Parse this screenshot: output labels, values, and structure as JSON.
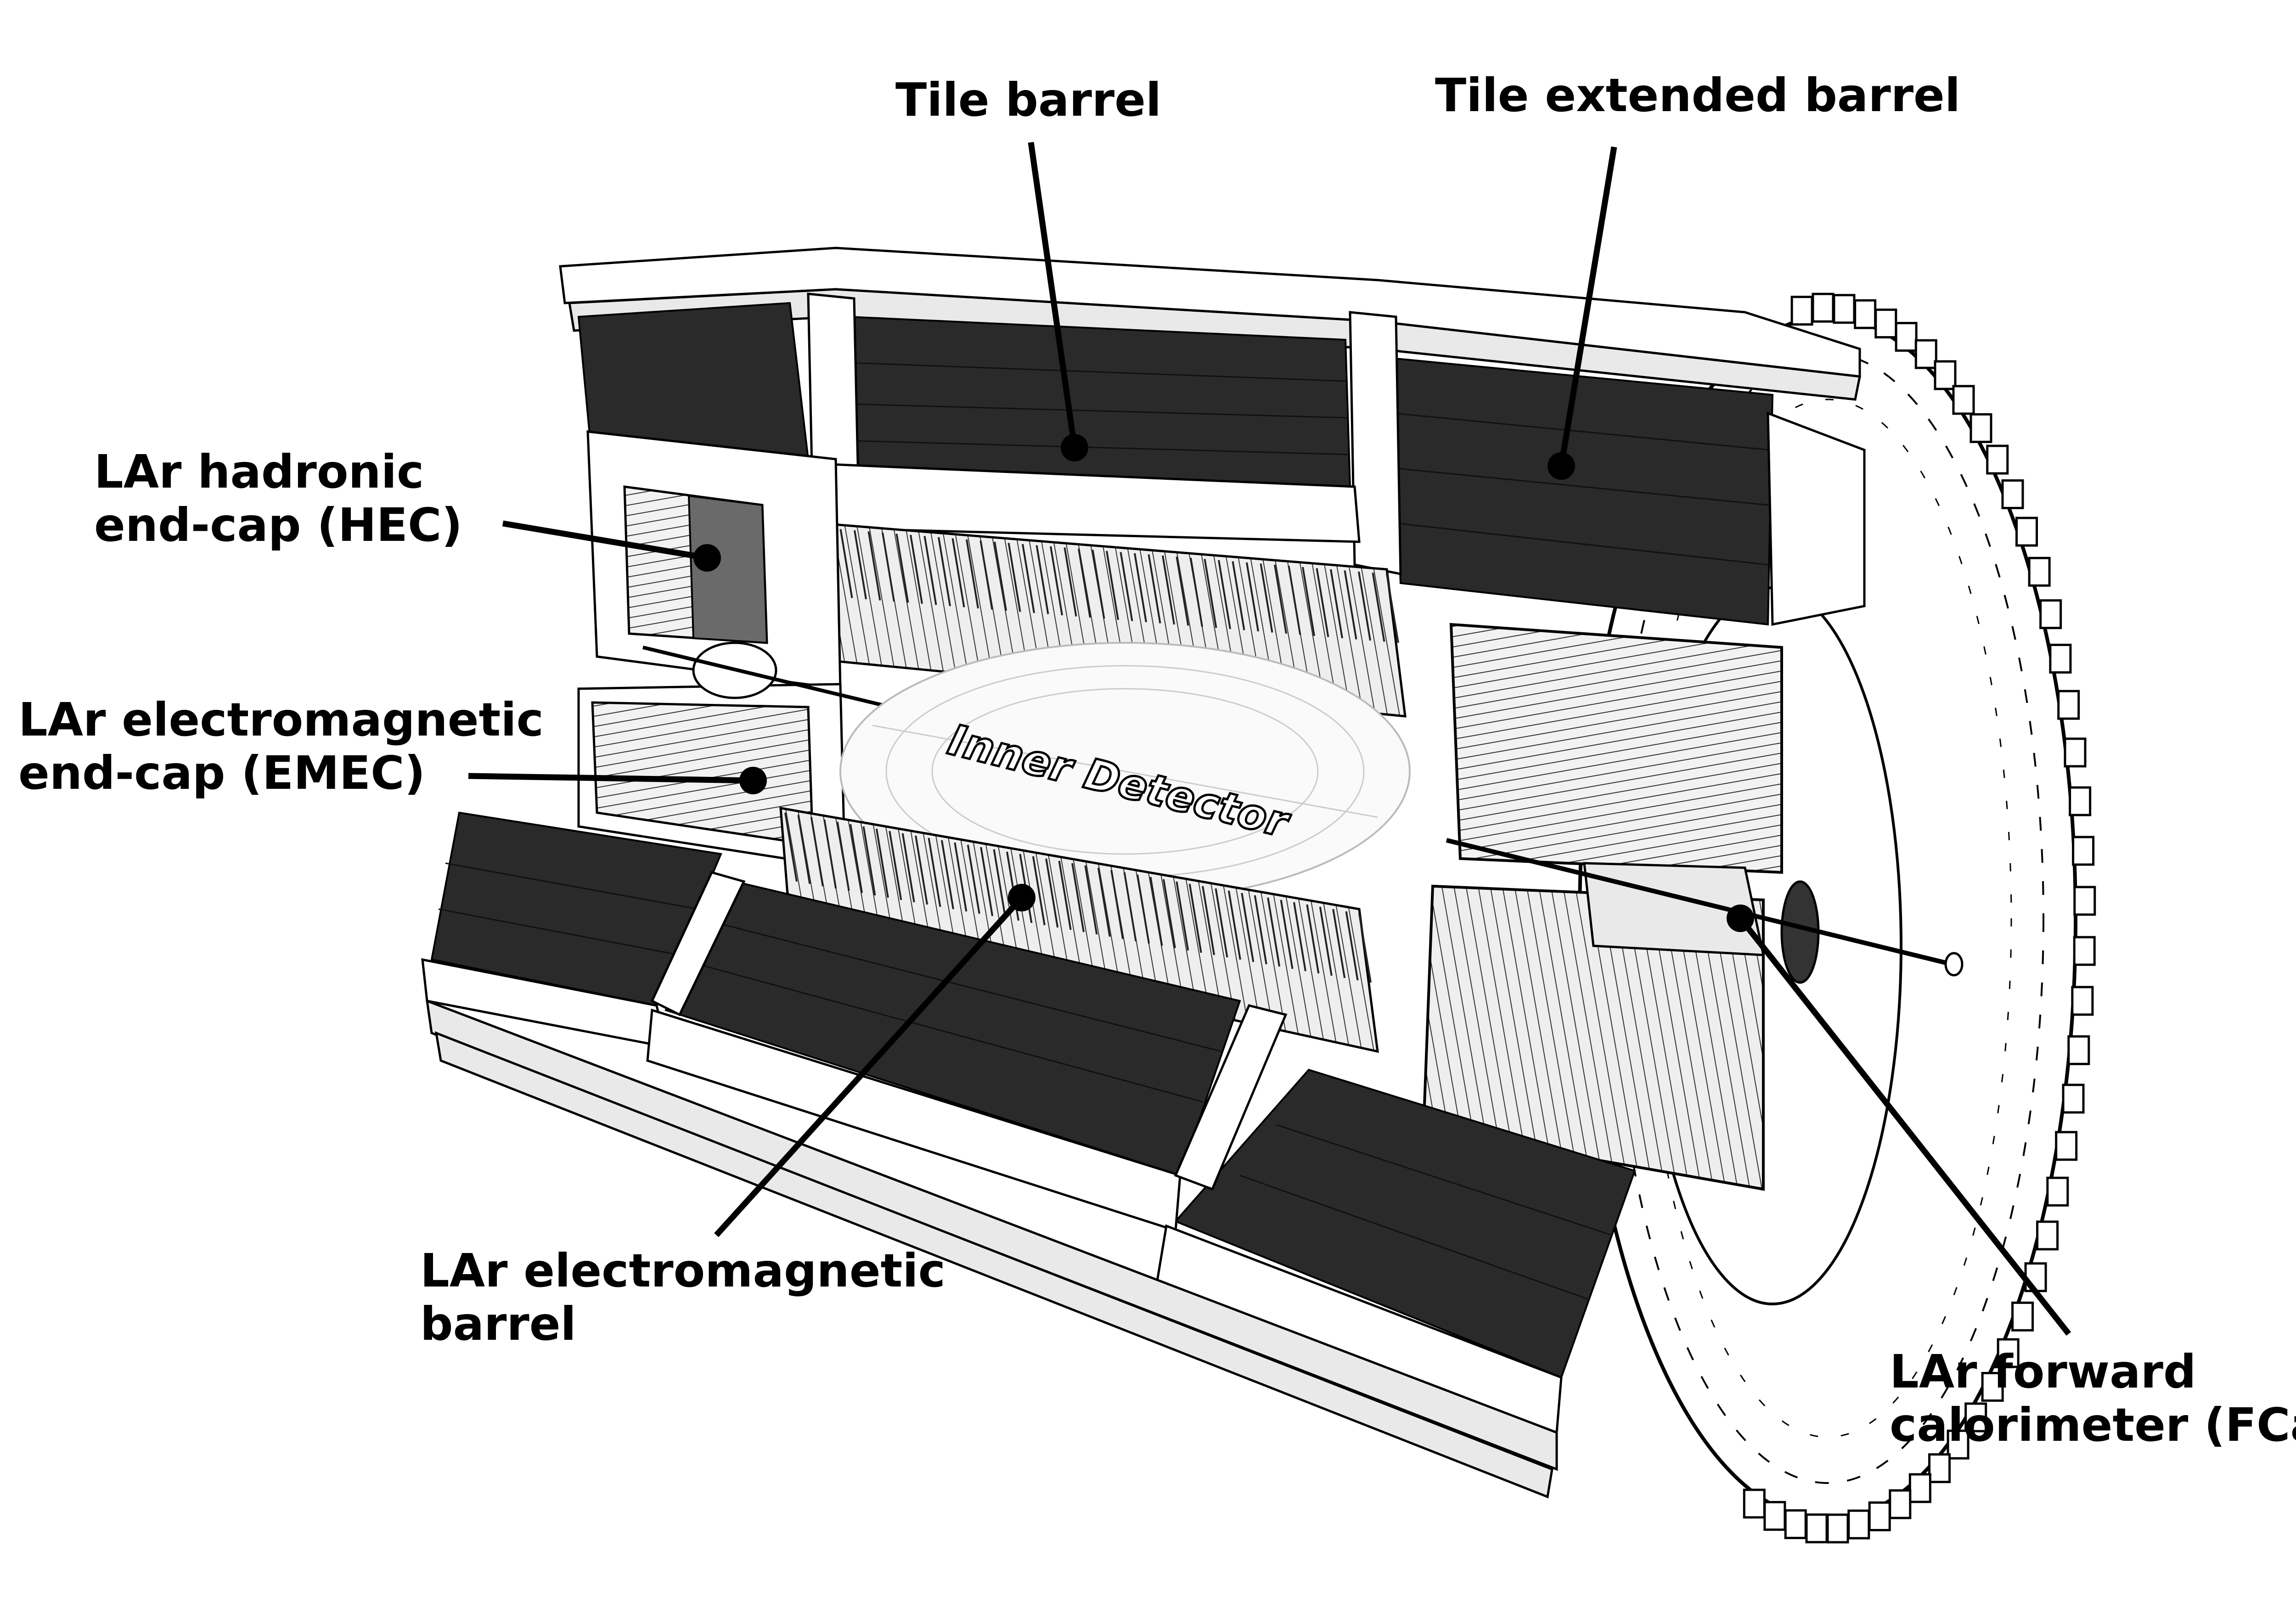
{
  "labels": {
    "tile_barrel": "Tile barrel",
    "tile_extended_barrel": "Tile extended barrel",
    "lar_hec": [
      "LAr hadronic",
      "end-cap (HEC)"
    ],
    "lar_emec": [
      "LAr electromagnetic",
      "end-cap (EMEC)"
    ],
    "lar_em_barrel": [
      "LAr electromagnetic",
      "barrel"
    ],
    "lar_fcal": [
      "LAr forward",
      "calorimeter (FCal)"
    ],
    "inner_detector": "Inner Detector"
  },
  "colors": {
    "ink": "#000000",
    "dark_module": "#2a2a2a",
    "structure": "#e9e9e9",
    "background": "#ffffff"
  }
}
